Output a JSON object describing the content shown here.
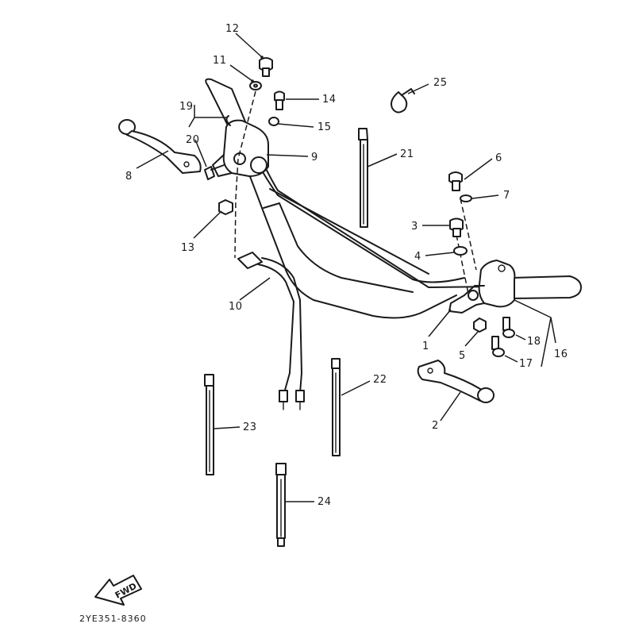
{
  "figure": {
    "drawing_code": "2YE351-8360",
    "direction_marker": "FWD"
  },
  "parts": [
    {
      "id": "1",
      "label": "1",
      "item": "handlebar"
    },
    {
      "id": "2",
      "label": "2",
      "item": "right-lever"
    },
    {
      "id": "3",
      "label": "3",
      "item": "bolt"
    },
    {
      "id": "4",
      "label": "4",
      "item": "washer"
    },
    {
      "id": "5",
      "label": "5",
      "item": "nut"
    },
    {
      "id": "6",
      "label": "6",
      "item": "bolt"
    },
    {
      "id": "7",
      "label": "7",
      "item": "washer"
    },
    {
      "id": "8",
      "label": "8",
      "item": "left-lever"
    },
    {
      "id": "9",
      "label": "9",
      "item": "left-lever-holder"
    },
    {
      "id": "10",
      "label": "10",
      "item": "switch-lead"
    },
    {
      "id": "11",
      "label": "11",
      "item": "washer"
    },
    {
      "id": "12",
      "label": "12",
      "item": "bolt"
    },
    {
      "id": "13",
      "label": "13",
      "item": "nut"
    },
    {
      "id": "14",
      "label": "14",
      "item": "bolt"
    },
    {
      "id": "15",
      "label": "15",
      "item": "washer"
    },
    {
      "id": "16",
      "label": "16",
      "item": "right-holder-assembly"
    },
    {
      "id": "17",
      "label": "17",
      "item": "screw"
    },
    {
      "id": "18",
      "label": "18",
      "item": "screw"
    },
    {
      "id": "19",
      "label": "19",
      "item": "holder"
    },
    {
      "id": "20",
      "label": "20",
      "item": "bolt"
    },
    {
      "id": "21",
      "label": "21",
      "item": "band"
    },
    {
      "id": "22",
      "label": "22",
      "item": "band"
    },
    {
      "id": "23",
      "label": "23",
      "item": "band"
    },
    {
      "id": "24",
      "label": "24",
      "item": "band"
    },
    {
      "id": "25",
      "label": "25",
      "item": "clip"
    }
  ]
}
